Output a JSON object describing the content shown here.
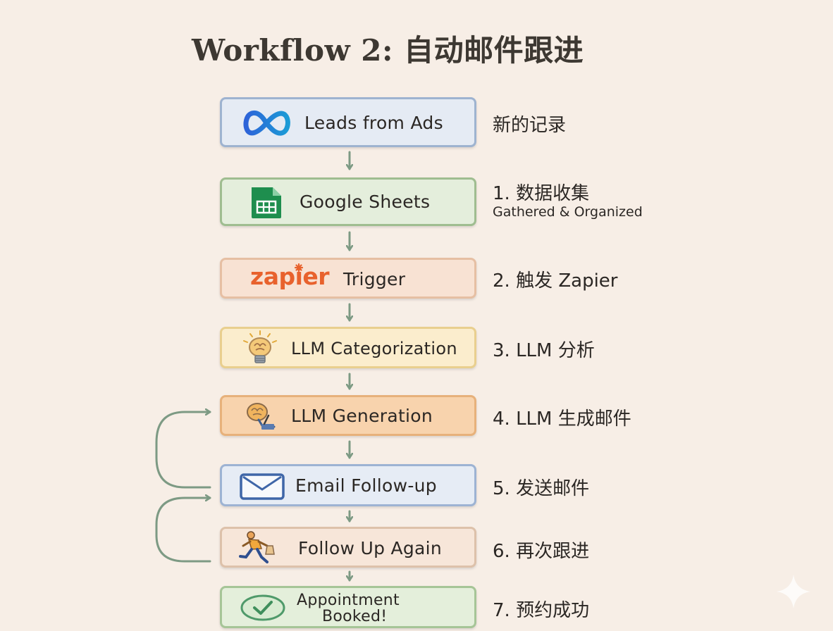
{
  "title": "Workflow 2: 自动邮件跟进",
  "steps": [
    {
      "label": "Leads from Ads",
      "note": "新的记录",
      "icon": "meta-logo-icon"
    },
    {
      "label": "Google Sheets",
      "note": "1. 数据收集",
      "subnote": "Gathered & Organized",
      "icon": "google-sheets-icon"
    },
    {
      "label": "Trigger",
      "logo_text": "zapier",
      "note": "2. 触发 Zapier",
      "icon": "zapier-logo"
    },
    {
      "label": "LLM Categorization",
      "note": "3. LLM 分析",
      "icon": "lightbulb-brain-icon"
    },
    {
      "label": "LLM Generation",
      "note": "4. LLM 生成邮件",
      "icon": "brain-writing-icon"
    },
    {
      "label": "Email Follow-up",
      "note": "5. 发送邮件",
      "icon": "envelope-icon"
    },
    {
      "label": "Follow Up Again",
      "note": "6. 再次跟进",
      "icon": "running-person-icon"
    },
    {
      "label_line1": "Appointment",
      "label_line2": "Booked!",
      "note": "7. 预约成功",
      "icon": "check-circle-icon"
    }
  ],
  "colors": {
    "background": "#f7eee6",
    "arrow": "#7d9a84",
    "zapier": "#e8622d"
  }
}
